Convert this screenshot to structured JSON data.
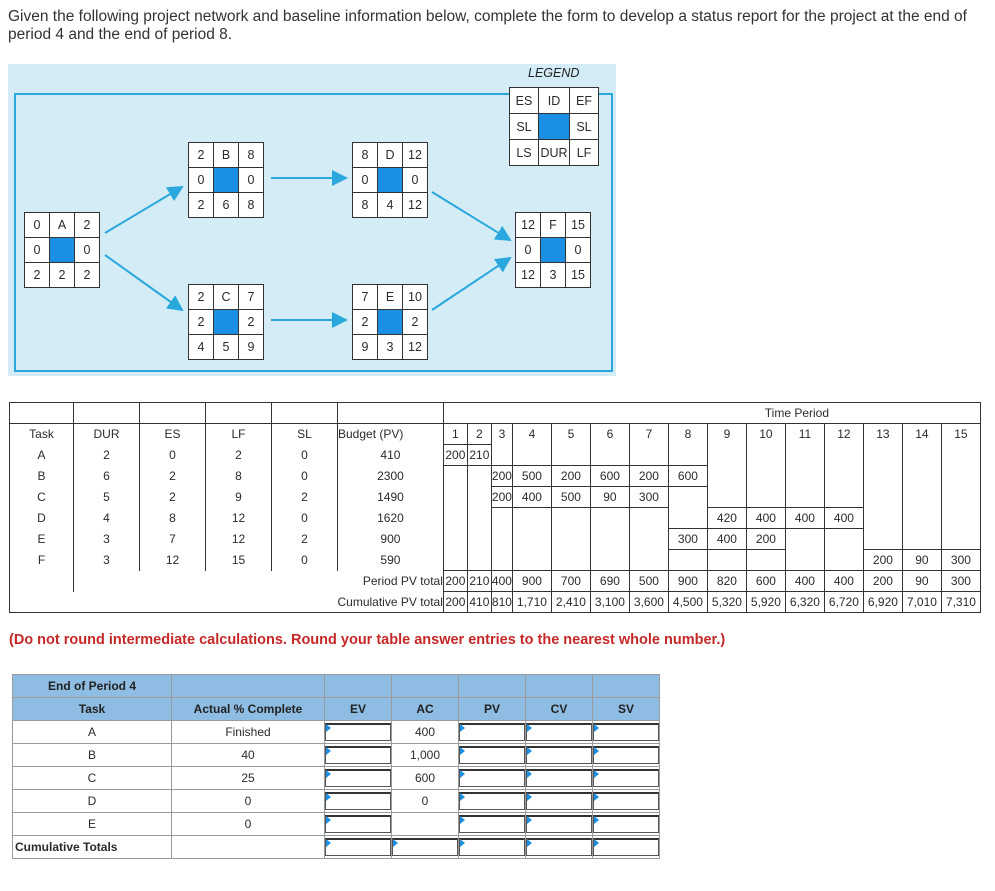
{
  "intro": "Given the following project network and baseline information below, complete the form to develop a status report for the project at the end of period 4 and the end of period 8.",
  "network": {
    "nodes": {
      "A": {
        "es": "0",
        "id": "A",
        "ef": "2",
        "sl_l": "0",
        "sl_r": "0",
        "ls": "2",
        "dur": "2",
        "lf": "2"
      },
      "B": {
        "es": "2",
        "id": "B",
        "ef": "8",
        "sl_l": "0",
        "sl_r": "0",
        "ls": "2",
        "dur": "6",
        "lf": "8"
      },
      "C": {
        "es": "2",
        "id": "C",
        "ef": "7",
        "sl_l": "2",
        "sl_r": "2",
        "ls": "4",
        "dur": "5",
        "lf": "9"
      },
      "D": {
        "es": "8",
        "id": "D",
        "ef": "12",
        "sl_l": "0",
        "sl_r": "0",
        "ls": "8",
        "dur": "4",
        "lf": "12"
      },
      "E": {
        "es": "7",
        "id": "E",
        "ef": "10",
        "sl_l": "2",
        "sl_r": "2",
        "ls": "9",
        "dur": "3",
        "lf": "12"
      },
      "F": {
        "es": "12",
        "id": "F",
        "ef": "15",
        "sl_l": "0",
        "sl_r": "0",
        "ls": "12",
        "dur": "3",
        "lf": "15"
      }
    },
    "legend": {
      "title": "LEGEND",
      "es": "ES",
      "id": "ID",
      "ef": "EF",
      "sl_l": "SL",
      "sl_r": "SL",
      "ls": "LS",
      "dur": "DUR",
      "lf": "LF"
    }
  },
  "schedule": {
    "time_period_label": "Time Period",
    "headers": [
      "Task",
      "DUR",
      "ES",
      "LF",
      "SL",
      "Budget (PV)"
    ],
    "periods": [
      "1",
      "2",
      "3",
      "4",
      "5",
      "6",
      "7",
      "8",
      "9",
      "10",
      "11",
      "12",
      "13",
      "14",
      "15"
    ],
    "rows": [
      {
        "task": "A",
        "dur": "2",
        "es": "0",
        "lf": "2",
        "sl": "0",
        "budget": "410",
        "pv": {
          "1": "200",
          "2": "210"
        }
      },
      {
        "task": "B",
        "dur": "6",
        "es": "2",
        "lf": "8",
        "sl": "0",
        "budget": "2300",
        "pv": {
          "3": "200",
          "4": "500",
          "5": "200",
          "6": "600",
          "7": "200",
          "8": "600"
        }
      },
      {
        "task": "C",
        "dur": "5",
        "es": "2",
        "lf": "9",
        "sl": "2",
        "budget": "1490",
        "pv": {
          "3": "200",
          "4": "400",
          "5": "500",
          "6": "90",
          "7": "300"
        }
      },
      {
        "task": "D",
        "dur": "4",
        "es": "8",
        "lf": "12",
        "sl": "0",
        "budget": "1620",
        "pv": {
          "9": "420",
          "10": "400",
          "11": "400",
          "12": "400"
        }
      },
      {
        "task": "E",
        "dur": "3",
        "es": "7",
        "lf": "12",
        "sl": "2",
        "budget": "900",
        "pv": {
          "8": "300",
          "9": "400",
          "10": "200"
        }
      },
      {
        "task": "F",
        "dur": "3",
        "es": "12",
        "lf": "15",
        "sl": "0",
        "budget": "590",
        "pv": {
          "13": "200",
          "14": "90",
          "15": "300"
        }
      }
    ],
    "period_total_label": "Period PV total",
    "period_totals": [
      "200",
      "210",
      "400",
      "900",
      "700",
      "690",
      "500",
      "900",
      "820",
      "600",
      "400",
      "400",
      "200",
      "90",
      "300"
    ],
    "cumulative_label": "Cumulative PV total",
    "cumulative_totals": [
      "200",
      "410",
      "810",
      "1,710",
      "2,410",
      "3,100",
      "3,600",
      "4,500",
      "5,320",
      "5,920",
      "6,320",
      "6,720",
      "6,920",
      "7,010",
      "7,310"
    ]
  },
  "rounding_note": "(Do not round intermediate calculations. Round your table answer entries to the nearest whole number.)",
  "status_form": {
    "title": "End of Period 4",
    "headers": {
      "task": "Task",
      "pct": "Actual % Complete",
      "ev": "EV",
      "ac": "AC",
      "pv": "PV",
      "cv": "CV",
      "sv": "SV"
    },
    "rows": [
      {
        "task": "A",
        "pct": "Finished",
        "ac": "400"
      },
      {
        "task": "B",
        "pct": "40",
        "ac": "1,000"
      },
      {
        "task": "C",
        "pct": "25",
        "ac": "600"
      },
      {
        "task": "D",
        "pct": "0",
        "ac": "0"
      },
      {
        "task": "E",
        "pct": "0",
        "ac": ""
      }
    ],
    "totals_label": "Cumulative Totals"
  },
  "colors": {
    "accent": "#1a8fe3",
    "panel": "#d3ecf5",
    "header": "#8fbce3",
    "note": "#c62828"
  }
}
